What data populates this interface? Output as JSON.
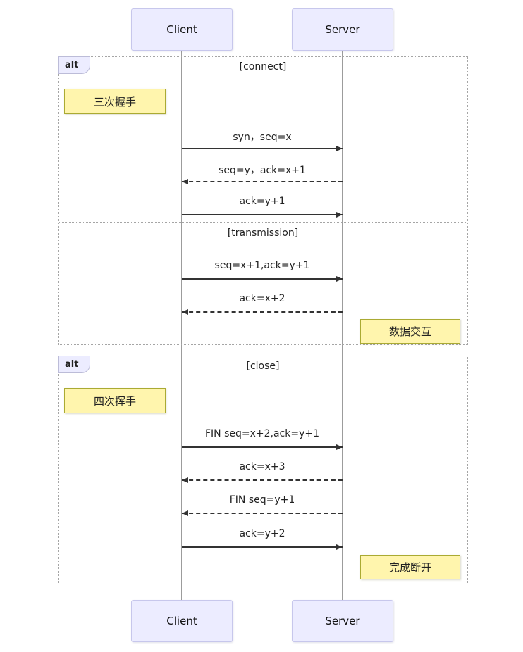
{
  "actors": {
    "client": "Client",
    "server": "Server"
  },
  "frames": [
    {
      "label": "alt",
      "sections": [
        {
          "condition": "[connect]"
        },
        {
          "condition": "[transmission]"
        }
      ]
    },
    {
      "label": "alt",
      "sections": [
        {
          "condition": "[close]"
        }
      ]
    }
  ],
  "notes": [
    {
      "text": "三次握手",
      "side": "left-of-client"
    },
    {
      "text": "数据交互",
      "side": "right-of-server"
    },
    {
      "text": "四次挥手",
      "side": "left-of-client"
    },
    {
      "text": "完成断开",
      "side": "right-of-server"
    }
  ],
  "messages": [
    {
      "text": "syn，seq=x",
      "from": "Client",
      "to": "Server",
      "line": "solid"
    },
    {
      "text": "seq=y，ack=x+1",
      "from": "Server",
      "to": "Client",
      "line": "dashed"
    },
    {
      "text": "ack=y+1",
      "from": "Client",
      "to": "Server",
      "line": "solid"
    },
    {
      "text": "seq=x+1,ack=y+1",
      "from": "Client",
      "to": "Server",
      "line": "solid"
    },
    {
      "text": "ack=x+2",
      "from": "Server",
      "to": "Client",
      "line": "dashed"
    },
    {
      "text": "FIN seq=x+2,ack=y+1",
      "from": "Client",
      "to": "Server",
      "line": "solid"
    },
    {
      "text": "ack=x+3",
      "from": "Server",
      "to": "Client",
      "line": "dashed"
    },
    {
      "text": "FIN seq=y+1",
      "from": "Server",
      "to": "Client",
      "line": "dashed"
    },
    {
      "text": "ack=y+2",
      "from": "Client",
      "to": "Server",
      "line": "solid"
    }
  ],
  "colors": {
    "actor_fill": "#ECECFF",
    "actor_border": "#C7C7EC",
    "note_fill": "#FFF5AD",
    "note_border": "#AAAA33",
    "frame_border": "#A5A5A5",
    "arrow": "#333333"
  }
}
